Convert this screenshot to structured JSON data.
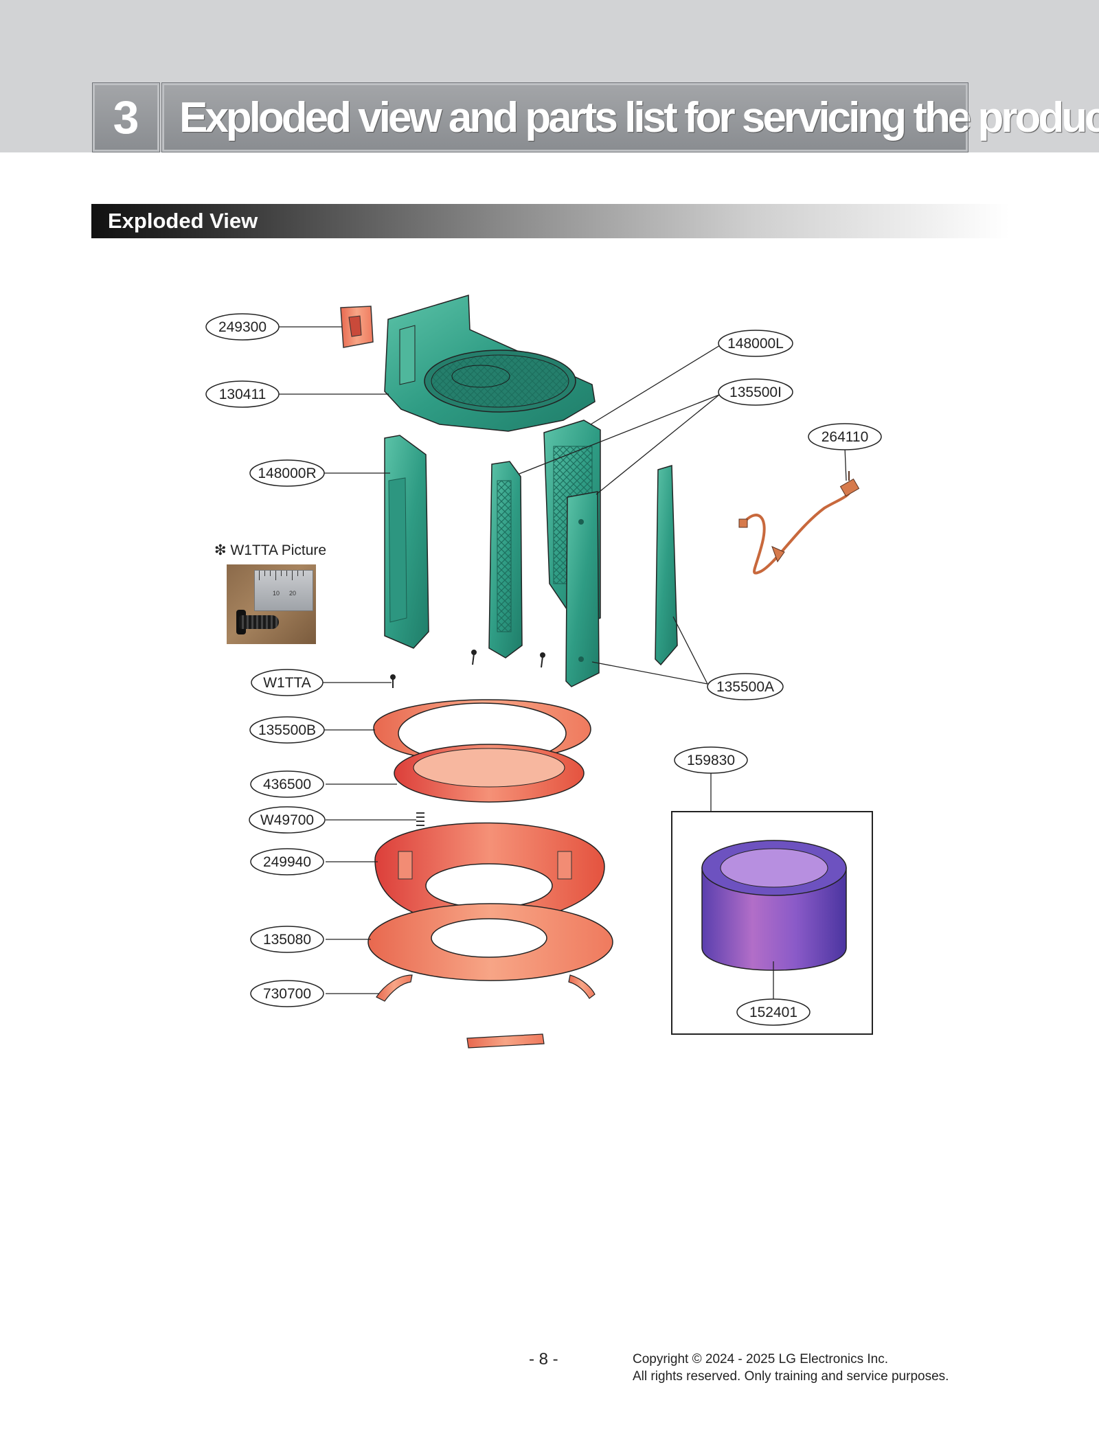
{
  "header": {
    "chapter_number": "3",
    "chapter_title": "Exploded view and parts list for servicing the product"
  },
  "section": {
    "title": "Exploded View"
  },
  "callouts": {
    "p249300": "249300",
    "p130411": "130411",
    "p148000R": "148000R",
    "pW1TTA": "W1TTA",
    "p135500B": "135500B",
    "p436500": "436500",
    "pW49700": "W49700",
    "p249940": "249940",
    "p135080": "135080",
    "p730700": "730700",
    "p148000L": "148000L",
    "p135500I": "135500I",
    "p264110": "264110",
    "p135500A": "135500A",
    "p159830": "159830",
    "p152401": "152401"
  },
  "photo": {
    "caption": "❇ W1TTA Picture",
    "ruler_marks": [
      "10",
      "20"
    ]
  },
  "colors": {
    "green_parts": "#3aa891",
    "orange_parts": "#f08a6a",
    "red_parts": "#e8584a",
    "purple_filter": "#8a5ac8"
  },
  "footer": {
    "page_number": "- 8 -",
    "copyright_line1": "Copyright © 2024 - 2025 LG Electronics Inc.",
    "copyright_line2": "All rights reserved. Only training and service purposes."
  }
}
